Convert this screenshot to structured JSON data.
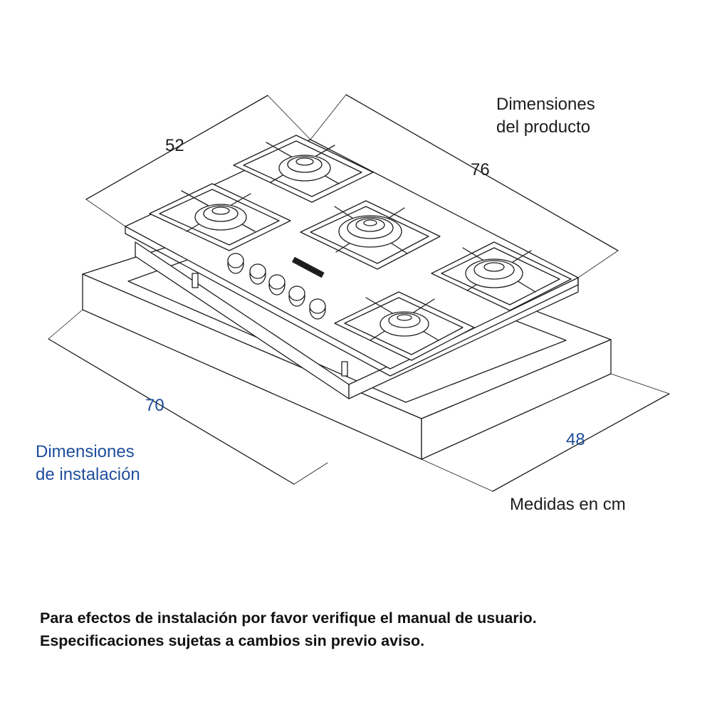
{
  "product_label": {
    "line1": "Dimensiones",
    "line2": "del producto"
  },
  "installation_label": {
    "line1": "Dimensiones",
    "line2": "de instalación"
  },
  "dimensions": {
    "product_width": "76",
    "product_depth": "52",
    "install_width": "70",
    "install_depth": "48"
  },
  "units_note": "Medidas en cm",
  "footer": {
    "line1": "Para efectos de instalación por favor verifique el manual de usuario.",
    "line2": "Especificaciones sujetas a cambios sin previo aviso."
  },
  "colors": {
    "line": "#1d1d1b",
    "installation_blue": "#1f4e9c"
  }
}
